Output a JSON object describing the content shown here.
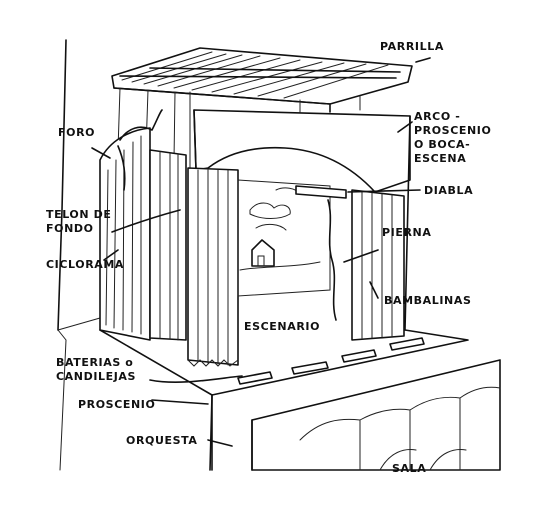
{
  "labels": {
    "parrilla": "PARRILLA",
    "arco_1": "ARCO -",
    "arco_2": "PROSCENIO",
    "arco_3": "O BOCA-",
    "arco_4": "ESCENA",
    "foro": "FORO",
    "diabla": "DIABLA",
    "telon_1": "TELON DE",
    "telon_2": "FONDO",
    "pierna": "PIERNA",
    "ciclorama": "CICLORAMA",
    "bambalinas": "BAMBALINAS",
    "escenario": "ESCENARIO",
    "baterias_1": "BATERIAS o",
    "baterias_2": "CANDILEJAS",
    "proscenio": "PROSCENIO",
    "orquesta": "ORQUESTA",
    "sala": "SALA"
  }
}
